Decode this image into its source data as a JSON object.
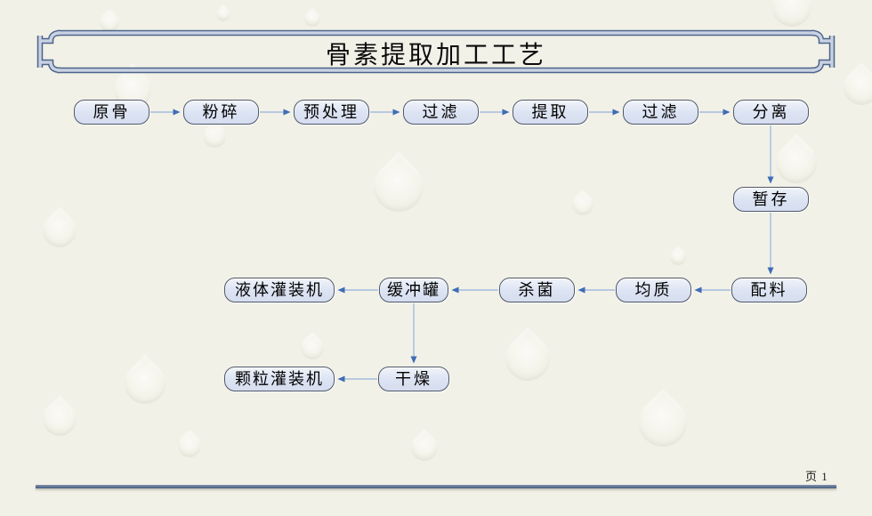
{
  "page": {
    "background_color": "#f2f1e7",
    "footer_rule_color": "#5c7090",
    "page_number": "页 1"
  },
  "title": {
    "text": "骨素提取加工工艺",
    "frame_color": "#4d648c"
  },
  "flow": {
    "node_fill_color": "#dde4f3",
    "node_border_color": "#4e586a",
    "arrow_line_color": "#a4bcdf",
    "arrow_head_color": "#3f6cb5",
    "nodes": [
      {
        "id": "raw-bone",
        "label": "原骨"
      },
      {
        "id": "crush",
        "label": "粉碎"
      },
      {
        "id": "pretreat",
        "label": "预处理"
      },
      {
        "id": "filter-1",
        "label": "过滤"
      },
      {
        "id": "extract",
        "label": "提取"
      },
      {
        "id": "filter-2",
        "label": "过滤"
      },
      {
        "id": "separate",
        "label": "分离"
      },
      {
        "id": "temp-store",
        "label": "暂存"
      },
      {
        "id": "mix",
        "label": "配料"
      },
      {
        "id": "homogenize",
        "label": "均质"
      },
      {
        "id": "sterilize",
        "label": "杀菌"
      },
      {
        "id": "buffer-tank",
        "label": "缓冲罐"
      },
      {
        "id": "liquid-filler",
        "label": "液体灌装机"
      },
      {
        "id": "dry",
        "label": "干燥"
      },
      {
        "id": "granule-filler",
        "label": "颗粒灌装机"
      }
    ],
    "edges": [
      {
        "from": "raw-bone",
        "to": "crush"
      },
      {
        "from": "crush",
        "to": "pretreat"
      },
      {
        "from": "pretreat",
        "to": "filter-1"
      },
      {
        "from": "filter-1",
        "to": "extract"
      },
      {
        "from": "extract",
        "to": "filter-2"
      },
      {
        "from": "filter-2",
        "to": "separate"
      },
      {
        "from": "separate",
        "to": "temp-store"
      },
      {
        "from": "temp-store",
        "to": "mix"
      },
      {
        "from": "mix",
        "to": "homogenize"
      },
      {
        "from": "homogenize",
        "to": "sterilize"
      },
      {
        "from": "sterilize",
        "to": "buffer-tank"
      },
      {
        "from": "buffer-tank",
        "to": "liquid-filler"
      },
      {
        "from": "buffer-tank",
        "to": "dry"
      },
      {
        "from": "dry",
        "to": "granule-filler"
      }
    ]
  }
}
